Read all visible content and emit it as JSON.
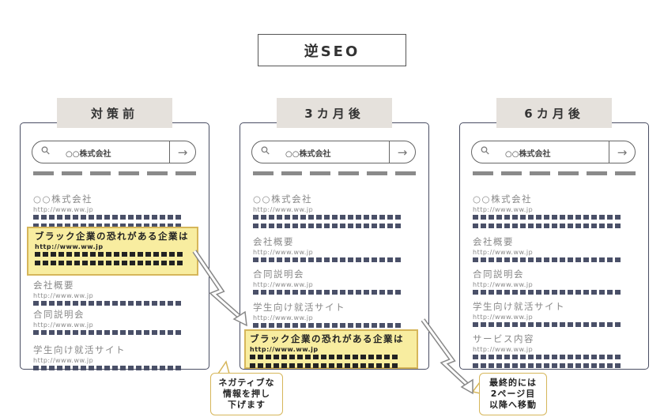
{
  "title": "逆SEO",
  "search_text": "○○株式会社",
  "panels": [
    {
      "label": "対策前",
      "results": [
        {
          "title": "○○株式会社",
          "url": "http://www.ww.jp",
          "rows": 2
        },
        {
          "title": "ブラック企業の恐れがある企業は",
          "url": "http://www.ww.jp",
          "rows": 2,
          "highlight": true
        },
        {
          "title": "会社概要",
          "url": "http://www.ww.jp",
          "rows": 1
        },
        {
          "title": "合同説明会",
          "url": "http://www.ww.jp",
          "rows": 1
        },
        {
          "title": "学生向け就活サイト",
          "url": "http://www.ww.jp",
          "rows": 1
        }
      ]
    },
    {
      "label": "3カ月後",
      "results": [
        {
          "title": "○○株式会社",
          "url": "http://www.ww.jp",
          "rows": 2
        },
        {
          "title": "会社概要",
          "url": "http://www.ww.jp",
          "rows": 1
        },
        {
          "title": "合同説明会",
          "url": "http://www.ww.jp",
          "rows": 1
        },
        {
          "title": "学生向け就活サイト",
          "url": "http://www.ww.jp",
          "rows": 1
        },
        {
          "title": "ブラック企業の恐れがある企業は",
          "url": "http://www.ww.jp",
          "rows": 2,
          "highlight": true
        }
      ]
    },
    {
      "label": "6カ月後",
      "results": [
        {
          "title": "○○株式会社",
          "url": "http://www.ww.jp",
          "rows": 2
        },
        {
          "title": "会社概要",
          "url": "http://www.ww.jp",
          "rows": 1
        },
        {
          "title": "合同説明会",
          "url": "http://www.ww.jp",
          "rows": 1
        },
        {
          "title": "学生向け就活サイト",
          "url": "http://www.ww.jp",
          "rows": 1
        },
        {
          "title": "サービス内容",
          "url": "http://www.ww.jp",
          "rows": 2
        }
      ]
    }
  ],
  "callouts": [
    "ネガティブな\n情報を押し\n下げます",
    "最終的には\n2ページ目\n以降へ移動"
  ],
  "colors": {
    "highlight": "#f8eda0",
    "highlight_border": "#d6b65a",
    "tab": "#e5e1dc",
    "dots": "#4a5068"
  }
}
